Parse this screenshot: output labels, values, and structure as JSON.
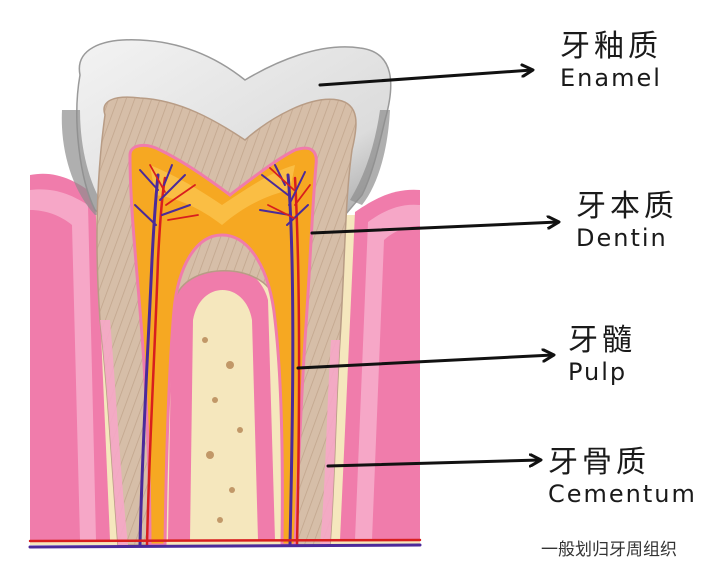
{
  "labels": [
    {
      "zh": "牙釉质",
      "en": "Enamel"
    },
    {
      "zh": "牙本质",
      "en": "Dentin"
    },
    {
      "zh": "牙髓",
      "en": "Pulp"
    },
    {
      "zh": "牙骨质",
      "en": "Cementum"
    }
  ],
  "watermark": "一般划归牙周组织",
  "colors": {
    "enamel": "#e4e3e3",
    "dentin": "#d2b9a3",
    "pulp": "#f6a822",
    "gum": "#f07cab",
    "bone": "#f5e7bd",
    "bone_spots": "#b98b5a",
    "artery": "#d81e1e",
    "vein": "#4b2a9a",
    "arrow": "#111111"
  }
}
